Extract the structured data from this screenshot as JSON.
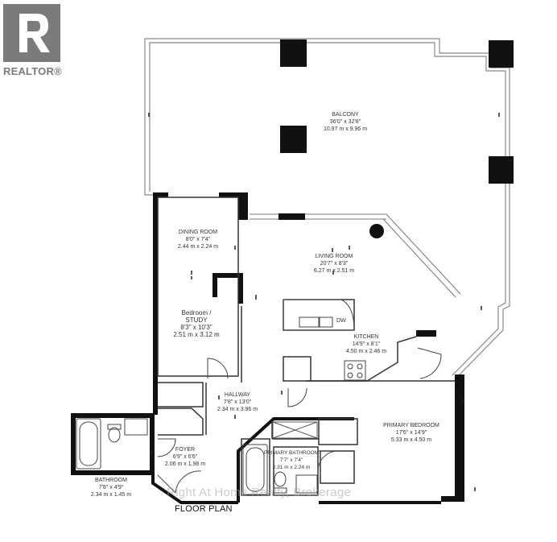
{
  "brand": {
    "logo_text": "REALTOR®"
  },
  "plan_title": "FLOOR PLAN",
  "watermark": "Right At Home Realty, Brokerage",
  "rooms": {
    "balcony": {
      "name": "BALCONY",
      "imperial": "36'0\" x 32'8\"",
      "metric": "10.97 m x 9.96 m"
    },
    "dining": {
      "name": "DINING ROOM",
      "imperial": "8'0\" x 7'4\"",
      "metric": "2.44 m x 2.24 m"
    },
    "living": {
      "name": "LIVING ROOM",
      "imperial": "20'7\" x 8'3\"",
      "metric": "6.27 m x 2.51 m"
    },
    "bedroom": {
      "name": "Bedroom /",
      "name2": "STUDY",
      "imperial": "8'3\" x 10'3\"",
      "metric": "2.51 m x 3.12 m"
    },
    "kitchen": {
      "name": "KITCHEN",
      "imperial": "14'9\" x 8'1\"",
      "metric": "4.50 m x 2.46 m"
    },
    "hallway": {
      "name": "HALLWAY",
      "imperial": "7'8\" x 13'0\"",
      "metric": "2.34 m x 3.96 m"
    },
    "primary_bedroom": {
      "name": "PRIMARY BEDROOM",
      "imperial": "17'6\" x 14'9\"",
      "metric": "5.33 m x 4.50 m"
    },
    "foyer": {
      "name": "FOYER",
      "imperial": "6'9\" x 6'6\"",
      "metric": "2.06 m x 1.98 m"
    },
    "primary_bath": {
      "name": "PRIMARY BATHROOM",
      "imperial": "7'7\" x 7'4\"",
      "metric": "2.31 m x 2.24 m"
    },
    "bathroom": {
      "name": "BATHROOM",
      "imperial": "7'8\" x 4'9\"",
      "metric": "2.34 m x 1.45 m"
    }
  },
  "fixtures": {
    "dishwasher": "DW"
  }
}
